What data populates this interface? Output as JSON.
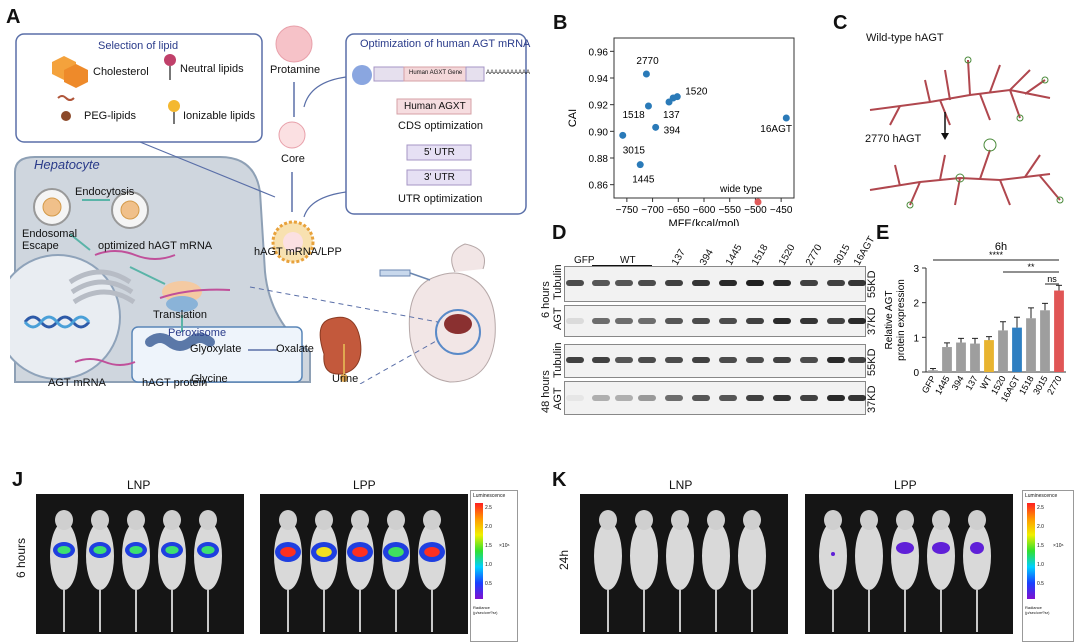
{
  "panel_labels": {
    "a": "A",
    "b": "B",
    "c": "C",
    "d": "D",
    "e": "E",
    "j": "J",
    "k": "K"
  },
  "panelA": {
    "lipid_box_title": "Selection of lipid",
    "lipids": [
      "Cholesterol",
      "Neutral lipids",
      "PEG-lipids",
      "Ionizable lipids"
    ],
    "protamine": "Protamine",
    "core": "Core",
    "opt_title": "Optimization of human AGT mRNA",
    "gene_label": "Human AGXT Gene",
    "polyA": "AAAAAAAAAAA",
    "cds_box": "Human AGXT",
    "cds_caption": "CDS optimization",
    "utr5": "5' UTR",
    "utr3": "3' UTR",
    "utr_caption": "UTR optimization",
    "lpp": "hAGT mRNA/LPP",
    "hepatocyte": "Hepatocyte",
    "endocytosis": "Endocytosis",
    "endosomal": "Endosomal\nEscape",
    "opt_mrna": "optimized hAGT mRNA",
    "translation": "Translation",
    "peroxisome": "Peroxisome",
    "glyoxylate": "Glyoxylate",
    "glycine": "Glycine",
    "oxalate": "Oxalate",
    "agt_mrna": "AGT mRNA",
    "hagt_protein": "hAGT protein",
    "urine": "Urine"
  },
  "panelC": {
    "wild": "Wild-type hAGT",
    "v2770": "2770 hAGT"
  },
  "panelD": {
    "lanes": [
      "GFP",
      "WT",
      "137",
      "394",
      "1445",
      "1518",
      "1520",
      "2770",
      "3015",
      "16AGT"
    ],
    "time1": "6 hours",
    "time2": "48 hours",
    "tubulin": "Tubulin",
    "agt": "AGT",
    "kd55": "55KD",
    "kd37": "37KD"
  },
  "panelJ": {
    "lnp": "LNP",
    "lpp": "LPP",
    "time": "6 hours"
  },
  "panelK": {
    "lnp": "LNP",
    "lpp": "LPP",
    "time": "24h"
  },
  "colorbar": {
    "title": "Luminescence",
    "ticks": [
      "2.5",
      "2.0",
      "1.5",
      "1.0",
      "0.5"
    ],
    "exp": "×10⁶",
    "unit": "Radiance\n(p/sec/cm²/sr)"
  },
  "chart_data": [
    {
      "type": "scatter",
      "panel": "B",
      "xlabel": "MFE(kcal/mol)",
      "ylabel": "CAI",
      "xlim": [
        -775,
        -425
      ],
      "ylim": [
        0.85,
        0.97
      ],
      "xticks": [
        -750,
        -700,
        -650,
        -600,
        -550,
        -500,
        -450
      ],
      "yticks": [
        0.86,
        0.88,
        0.9,
        0.92,
        0.94,
        0.96
      ],
      "points": [
        {
          "label": "2770",
          "x": -712,
          "y": 0.943,
          "color": "#2a7ab8"
        },
        {
          "label": "1520",
          "x": -652,
          "y": 0.926,
          "color": "#2a7ab8"
        },
        {
          "label": "",
          "x": -660,
          "y": 0.925,
          "color": "#2a7ab8"
        },
        {
          "label": "137",
          "x": -668,
          "y": 0.922,
          "color": "#2a7ab8"
        },
        {
          "label": "1518",
          "x": -708,
          "y": 0.919,
          "color": "#2a7ab8"
        },
        {
          "label": "394",
          "x": -694,
          "y": 0.903,
          "color": "#2a7ab8"
        },
        {
          "label": "3015",
          "x": -758,
          "y": 0.897,
          "color": "#2a7ab8"
        },
        {
          "label": "1445",
          "x": -724,
          "y": 0.875,
          "color": "#2a7ab8"
        },
        {
          "label": "16AGT",
          "x": -440,
          "y": 0.91,
          "color": "#2a7ab8"
        },
        {
          "label": "wide type",
          "x": -495,
          "y": 0.847,
          "color": "#e05a5a"
        }
      ]
    },
    {
      "type": "bar",
      "panel": "E",
      "title": "6h",
      "ylabel": "Relative AGT\nprotein expression",
      "ylim": [
        0,
        3
      ],
      "yticks": [
        0,
        1,
        2,
        3
      ],
      "categories": [
        "GFP",
        "1445",
        "394",
        "137",
        "WT",
        "1520",
        "16AGT",
        "1518",
        "3015",
        "2770"
      ],
      "values": [
        0.05,
        0.72,
        0.85,
        0.82,
        0.92,
        1.2,
        1.28,
        1.55,
        1.78,
        2.35
      ],
      "errors": [
        0.05,
        0.12,
        0.12,
        0.15,
        0.1,
        0.25,
        0.3,
        0.3,
        0.2,
        0.15
      ],
      "colors": [
        "#9e9e9e",
        "#9e9e9e",
        "#9e9e9e",
        "#9e9e9e",
        "#e8b430",
        "#9e9e9e",
        "#2f7fc1",
        "#9e9e9e",
        "#9e9e9e",
        "#e05555"
      ],
      "significance": [
        "****",
        "**",
        "ns"
      ]
    }
  ]
}
